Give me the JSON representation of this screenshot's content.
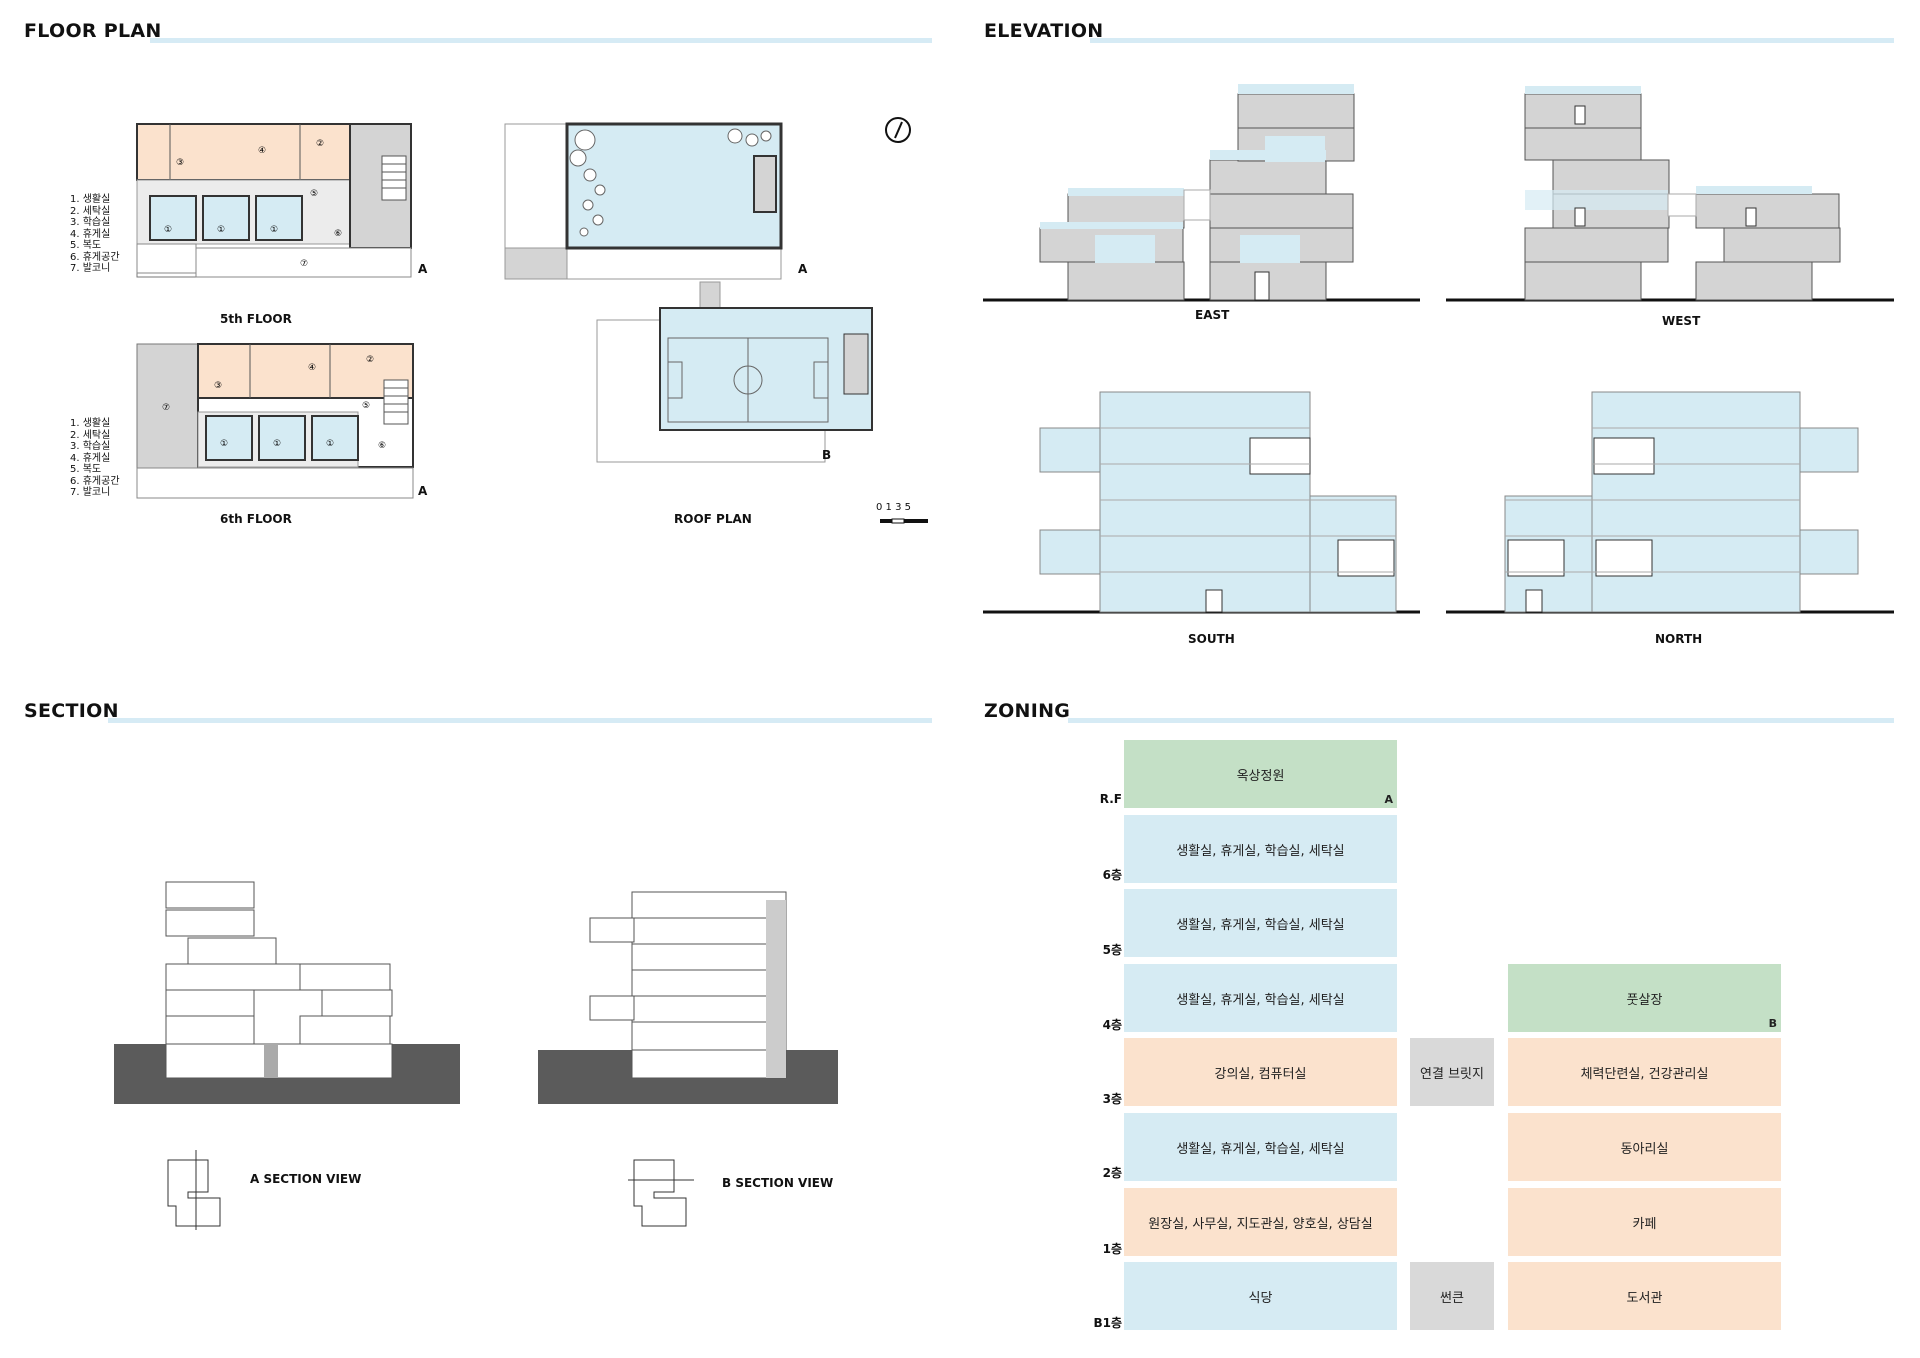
{
  "sections": {
    "floor_plan": "FLOOR PLAN",
    "elevation": "ELEVATION",
    "section": "SECTION",
    "zoning": "ZONING"
  },
  "floor_plan": {
    "legend_5f": [
      "1. 생활실",
      "2. 세탁실",
      "3. 학습실",
      "4. 휴게실",
      "5. 복도",
      "6. 휴게공간",
      "7. 발코니"
    ],
    "legend_6f": [
      "1. 생활실",
      "2. 세탁실",
      "3. 학습실",
      "4. 휴게실",
      "5. 복도",
      "6. 휴게공간",
      "7. 발코니"
    ],
    "label_5f": "5th FLOOR",
    "label_6f": "6th FLOOR",
    "label_roof": "ROOF PLAN",
    "marker_a": "A",
    "marker_b": "B",
    "scale_ticks": "0 1   3   5",
    "room_numbers": [
      "①",
      "②",
      "③",
      "④",
      "⑤",
      "⑥",
      "⑦"
    ]
  },
  "elevation": {
    "east": "EAST",
    "west": "WEST",
    "south": "SOUTH",
    "north": "NORTH"
  },
  "section": {
    "a_view": "A SECTION VIEW",
    "b_view": "B SECTION VIEW"
  },
  "zoning": {
    "floors": [
      "R.F",
      "6층",
      "5층",
      "4층",
      "3층",
      "2층",
      "1층",
      "B1층"
    ],
    "main_column": [
      {
        "text": "옥상정원",
        "corner": "A",
        "color": "green"
      },
      {
        "text": "생활실, 휴게실, 학습실, 세탁실",
        "corner": "",
        "color": "blue"
      },
      {
        "text": "생활실, 휴게실, 학습실, 세탁실",
        "corner": "",
        "color": "blue"
      },
      {
        "text": "생활실, 휴게실, 학습실, 세탁실",
        "corner": "",
        "color": "blue"
      },
      {
        "text": "강의실, 컴퓨터실",
        "corner": "",
        "color": "orange"
      },
      {
        "text": "생활실, 휴게실, 학습실, 세탁실",
        "corner": "",
        "color": "blue"
      },
      {
        "text": "원장실, 사무실, 지도관실, 양호실, 상담실",
        "corner": "",
        "color": "orange"
      },
      {
        "text": "식당",
        "corner": "",
        "color": "blue"
      }
    ],
    "bridge": "연결 브릿지",
    "sunken": "썬큰",
    "right_column": [
      {
        "text": "풋살장",
        "corner": "B",
        "color": "green"
      },
      {
        "text": "체력단련실, 건강관리실",
        "corner": "",
        "color": "orange"
      },
      {
        "text": "동아리실",
        "corner": "",
        "color": "orange"
      },
      {
        "text": "카페",
        "corner": "",
        "color": "orange"
      },
      {
        "text": "도서관",
        "corner": "",
        "color": "orange"
      }
    ]
  },
  "colors": {
    "accent_line": "#d6ebf5",
    "glass": "#d5ebf3",
    "study_room": "#fbe2cd",
    "garden": "#c4e0c6",
    "wall_gray": "#d4d4d4",
    "ground": "#5b5b5b"
  }
}
